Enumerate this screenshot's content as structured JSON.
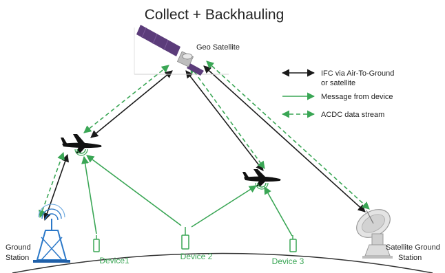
{
  "title": "Collect + Backhauling",
  "satellite_label": "Geo Satellite",
  "legend": [
    {
      "label_line1": "IFC via Air-To-Ground",
      "label_line2": "or satellite",
      "style": "solid-black"
    },
    {
      "label_line1": "Message from device",
      "label_line2": "",
      "style": "solid-green"
    },
    {
      "label_line1": "ACDC data stream",
      "label_line2": "",
      "style": "dashed-green"
    }
  ],
  "nodes": {
    "ground_station": {
      "line1": "Ground",
      "line2": "Station"
    },
    "device1": "Device1",
    "device2": "Device 2",
    "device3": "Device 3",
    "satellite_ground_station": {
      "line1": "Satellite Ground",
      "line2": "Station"
    }
  },
  "colors": {
    "black_link": "#1a1a1a",
    "green_link": "#3aa655",
    "device_label": "#3aa655",
    "text": "#222222",
    "plane": "#111111",
    "satellite_panel": "#5b3c7a"
  }
}
